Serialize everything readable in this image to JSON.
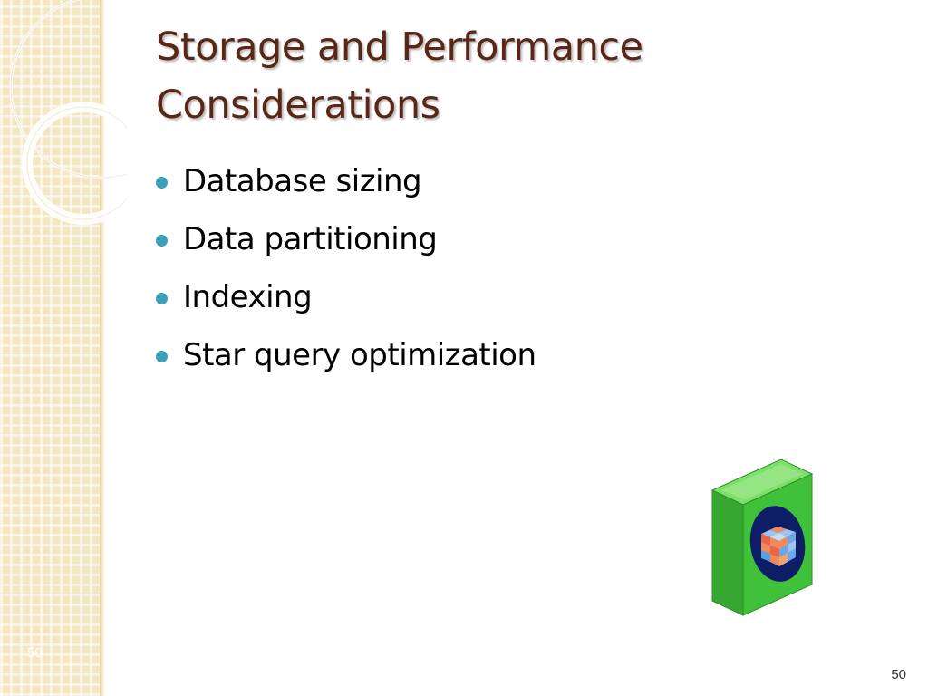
{
  "slide": {
    "title": "Storage and Performance Considerations",
    "bullets": [
      "Database sizing",
      "Data partitioning",
      "Indexing",
      "Star query optimization"
    ],
    "side_page_number": "50",
    "page_number": "50"
  },
  "colors": {
    "title": "#5a2616",
    "bullet_dot": "#3aa0b8",
    "side_band": "#f3e6c2",
    "box_green": "#3fc23a"
  },
  "icons": {
    "clipart": "database-box-icon",
    "side_decoration": "ring-decoration"
  }
}
